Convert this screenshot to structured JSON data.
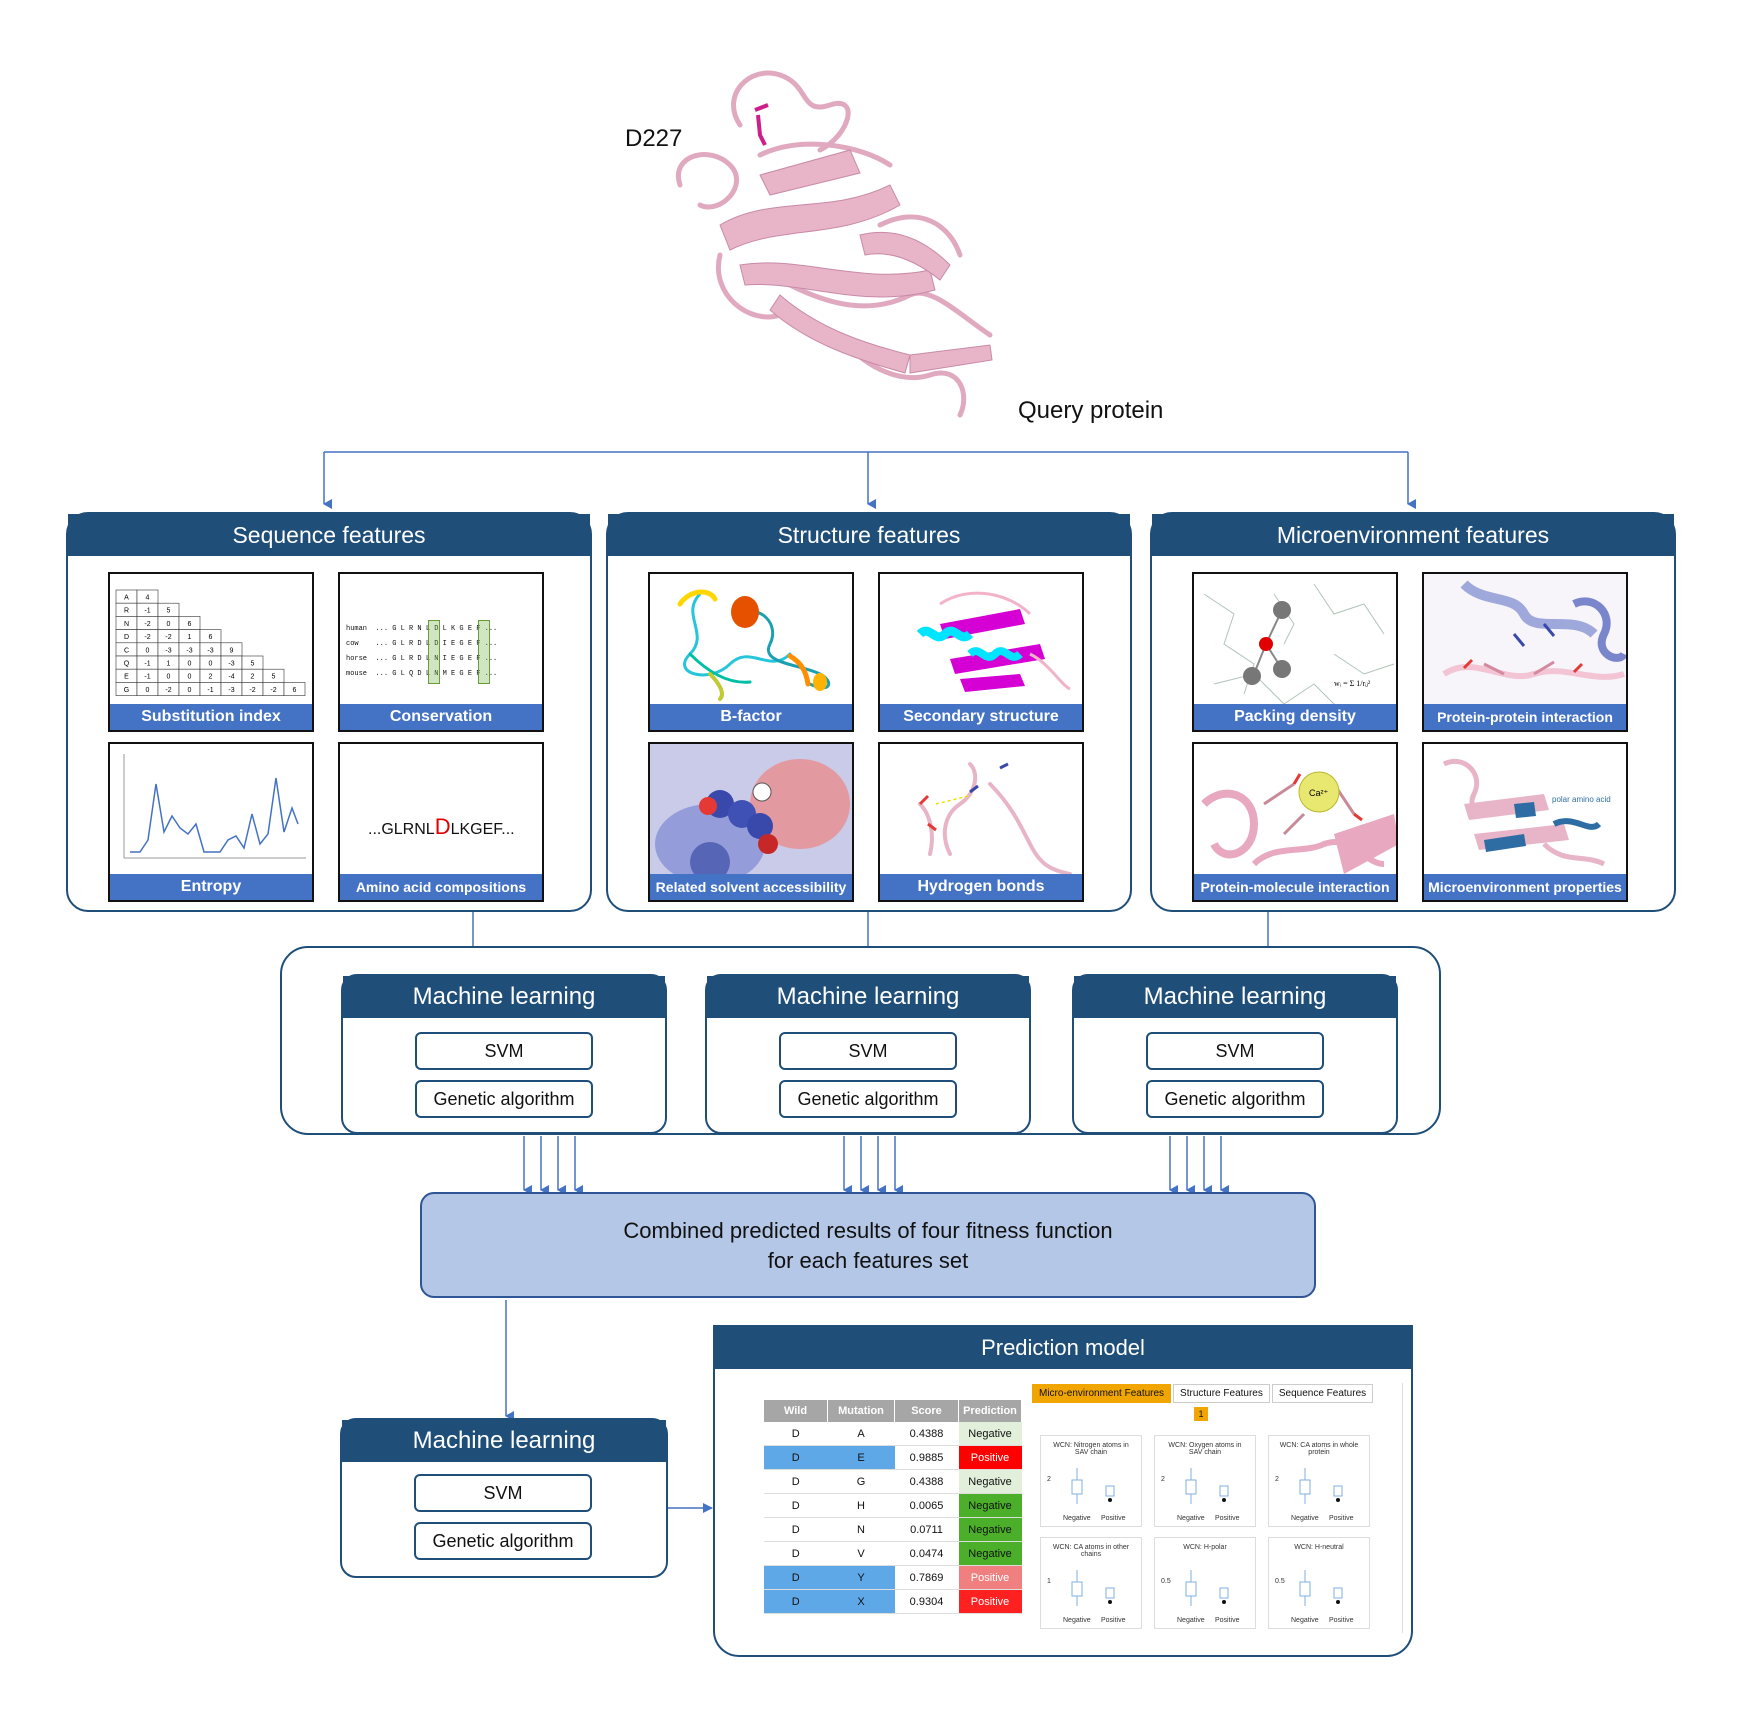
{
  "top": {
    "residue_label": "D227",
    "query_label": "Query protein"
  },
  "feature_panels": [
    {
      "title": "Sequence features",
      "items": [
        "Substitution index",
        "Conservation",
        "Entropy",
        "Amino acid compositions"
      ]
    },
    {
      "title": "Structure features",
      "items": [
        "B-factor",
        "Secondary structure",
        "Related solvent accessibility",
        "Hydrogen bonds"
      ]
    },
    {
      "title": "Microenvironment features",
      "items": [
        "Packing density",
        "Protein-protein interaction",
        "Protein-molecule interaction",
        "Microenvironment properties"
      ]
    }
  ],
  "thumb_text": {
    "sequence_snippet_pre": "...GLRNL",
    "sequence_snippet_mut": "D",
    "sequence_snippet_post": "LKGEF...",
    "conservation_species": [
      "human",
      "cow",
      "horse",
      "mouse"
    ],
    "conservation_rows": [
      "... G L R N L D L K G E F ...",
      "... G L R D L D I E G E F ...",
      "... G L R D L N I E G E F ...",
      "... G L Q D L N M E G E F ..."
    ],
    "calcium_label": "Ca²⁺",
    "polar_label": "polar amino acid"
  },
  "substitution_matrix": {
    "rows": [
      "A",
      "R",
      "N",
      "D",
      "C",
      "Q",
      "E",
      "G"
    ],
    "values": [
      [
        "4"
      ],
      [
        "-1",
        "5"
      ],
      [
        "-2",
        "0",
        "6"
      ],
      [
        "-2",
        "-2",
        "1",
        "6"
      ],
      [
        "0",
        "-3",
        "-3",
        "-3",
        "9"
      ],
      [
        "-1",
        "1",
        "0",
        "0",
        "-3",
        "5"
      ],
      [
        "-1",
        "0",
        "0",
        "2",
        "-4",
        "2",
        "5"
      ],
      [
        "0",
        "-2",
        "0",
        "-1",
        "-3",
        "-2",
        "-2",
        "6"
      ]
    ]
  },
  "ml": {
    "title": "Machine learning",
    "svm": "SVM",
    "ga": "Genetic algorithm"
  },
  "combined": {
    "line1": "Combined predicted results of four fitness function",
    "line2": "for each features set"
  },
  "prediction": {
    "title": "Prediction model",
    "columns": [
      "Wild",
      "Mutation",
      "Score",
      "Prediction"
    ],
    "rows": [
      {
        "wild": "D",
        "mut": "A",
        "score": "0.4388",
        "pred": "Negative",
        "highlight": false,
        "pred_color": "#e2efda"
      },
      {
        "wild": "D",
        "mut": "E",
        "score": "0.9885",
        "pred": "Positive",
        "highlight": true,
        "pred_color": "#ff0000"
      },
      {
        "wild": "D",
        "mut": "G",
        "score": "0.4388",
        "pred": "Negative",
        "highlight": false,
        "pred_color": "#e2efda"
      },
      {
        "wild": "D",
        "mut": "H",
        "score": "0.0065",
        "pred": "Negative",
        "highlight": false,
        "pred_color": "#4caf2a"
      },
      {
        "wild": "D",
        "mut": "N",
        "score": "0.0711",
        "pred": "Negative",
        "highlight": false,
        "pred_color": "#4caf2a"
      },
      {
        "wild": "D",
        "mut": "V",
        "score": "0.0474",
        "pred": "Negative",
        "highlight": false,
        "pred_color": "#4caf2a"
      },
      {
        "wild": "D",
        "mut": "Y",
        "score": "0.7869",
        "pred": "Positive",
        "highlight": true,
        "pred_color": "#f08080"
      },
      {
        "wild": "D",
        "mut": "X",
        "score": "0.9304",
        "pred": "Positive",
        "highlight": true,
        "pred_color": "#ff2020"
      }
    ],
    "tabs": [
      "Micro-environment Features",
      "Structure Features",
      "Sequence Features"
    ],
    "page": "1",
    "boxplots": [
      {
        "title": "WCN: Nitrogen atoms in SAV chain",
        "ytick": "2"
      },
      {
        "title": "WCN: Oxygen atoms in SAV chain",
        "ytick": "2"
      },
      {
        "title": "WCN: CA atoms in whole protein",
        "ytick": "2"
      },
      {
        "title": "WCN: CA atoms in other chains",
        "ytick": "1"
      },
      {
        "title": "WCN: H-polar",
        "ytick": "0.5"
      },
      {
        "title": "WCN: H-neutral",
        "ytick": "0.5"
      }
    ],
    "box_x_labels": [
      "Negative",
      "Positive"
    ]
  },
  "colors": {
    "navy": "#1f4e79",
    "label_blue": "#4472c4",
    "combined_fill": "#b4c7e7",
    "protein_pink": "#e8b4c8",
    "arrow": "#4472c4"
  }
}
